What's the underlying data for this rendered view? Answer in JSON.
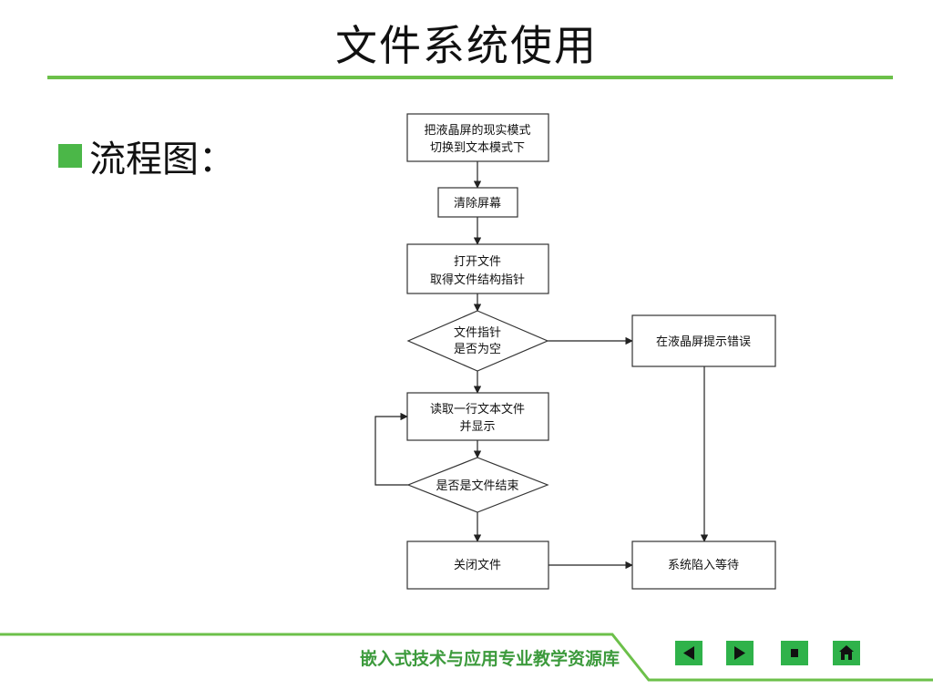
{
  "slide": {
    "title": "文件系统使用",
    "bullet": "流程图："
  },
  "flowchart": {
    "nodes": [
      {
        "id": "n1",
        "shape": "process",
        "lines": [
          "把液晶屏的现实模式",
          "切换到文本模式下"
        ]
      },
      {
        "id": "n2",
        "shape": "process",
        "lines": [
          "清除屏幕"
        ]
      },
      {
        "id": "n3",
        "shape": "process",
        "lines": [
          "打开文件",
          "取得文件结构指针"
        ]
      },
      {
        "id": "n4",
        "shape": "decision",
        "lines": [
          "文件指针",
          "是否为空"
        ]
      },
      {
        "id": "n5",
        "shape": "process",
        "lines": [
          "在液晶屏提示错误"
        ]
      },
      {
        "id": "n6",
        "shape": "process",
        "lines": [
          "读取一行文本文件",
          "并显示"
        ]
      },
      {
        "id": "n7",
        "shape": "decision",
        "lines": [
          "是否是文件结束"
        ]
      },
      {
        "id": "n8",
        "shape": "process",
        "lines": [
          "关闭文件"
        ]
      },
      {
        "id": "n9",
        "shape": "process",
        "lines": [
          "系统陷入等待"
        ]
      }
    ],
    "edges": [
      [
        "n1",
        "n2"
      ],
      [
        "n2",
        "n3"
      ],
      [
        "n3",
        "n4"
      ],
      [
        "n4",
        "n5"
      ],
      [
        "n4",
        "n6"
      ],
      [
        "n6",
        "n7"
      ],
      [
        "n7",
        "n6"
      ],
      [
        "n7",
        "n8"
      ],
      [
        "n8",
        "n9"
      ],
      [
        "n5",
        "n9"
      ]
    ]
  },
  "footer": {
    "text": "嵌入式技术与应用专业教学资源库",
    "accent": "#6cc04a",
    "nav": [
      {
        "name": "prev-icon"
      },
      {
        "name": "next-icon"
      },
      {
        "name": "stop-icon"
      },
      {
        "name": "home-icon"
      }
    ]
  }
}
